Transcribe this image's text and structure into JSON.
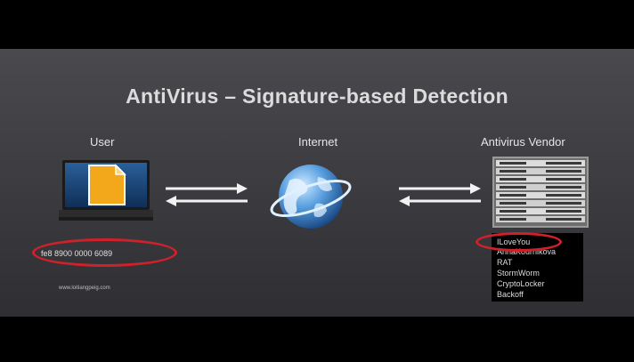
{
  "slide": {
    "title": "AntiVirus – Signature-based Detection",
    "columns": {
      "user_label": "User",
      "internet_label": "Internet",
      "vendor_label": "Antivirus Vendor"
    },
    "file_hash": "fe8 8900 0000 6089",
    "website": "www.loitiangpeig.com",
    "malware_signatures": [
      "ILoveYou",
      "AnnaKournikova",
      "RAT",
      "StormWorm",
      "CryptoLocker",
      "Backoff"
    ],
    "colors": {
      "highlight": "#d0202a",
      "slide_bg": "#3f3f43",
      "letterbox": "#000000"
    },
    "icons": [
      "laptop-icon",
      "document-icon",
      "globe-icon",
      "server-rack-icon",
      "double-arrow-icon"
    ]
  }
}
